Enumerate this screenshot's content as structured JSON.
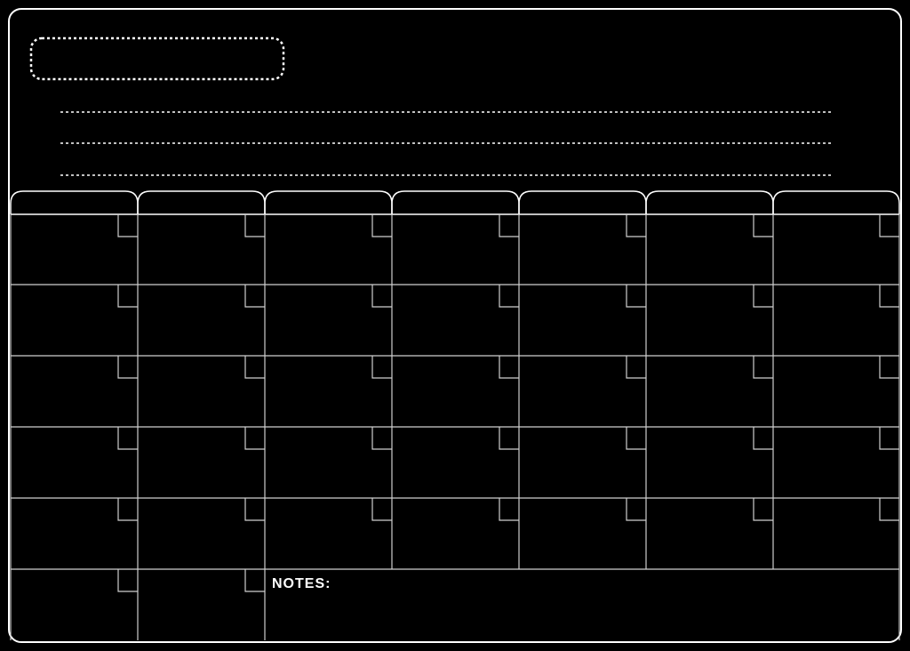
{
  "calendar": {
    "notes_label": "NOTES:",
    "weekday_headers": [
      "",
      "",
      "",
      "",
      "",
      "",
      ""
    ],
    "grid_rows": 6,
    "grid_columns": 7,
    "title_lines": 3
  },
  "colors": {
    "board": "#000000",
    "lines": "#ffffff",
    "grid_lines": "#cfcfcf"
  }
}
